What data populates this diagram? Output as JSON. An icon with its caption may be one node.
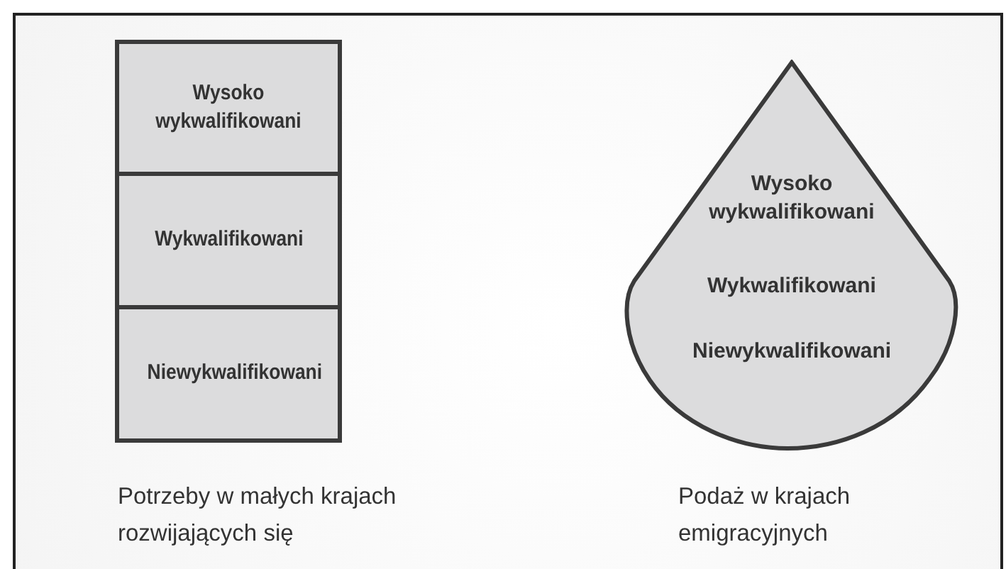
{
  "diagram": {
    "nodes": [
      {
        "text": [
          "Wysoko wykwalifikowani"
        ]
      },
      {
        "text": [
          "Wykwalifikowani"
        ]
      },
      {
        "text": [
          "Niewykwalifikowani"
        ]
      },
      {
        "text": [
          "Wysoko wykwalifikowani",
          "Wykwalifikowani",
          "Niewykwalifikowani"
        ]
      }
    ],
    "edges": [],
    "labels": [
      "Potrzeby w małych krajach rozwijających się",
      "Podaż w krajach emigracyjnych"
    ]
  }
}
